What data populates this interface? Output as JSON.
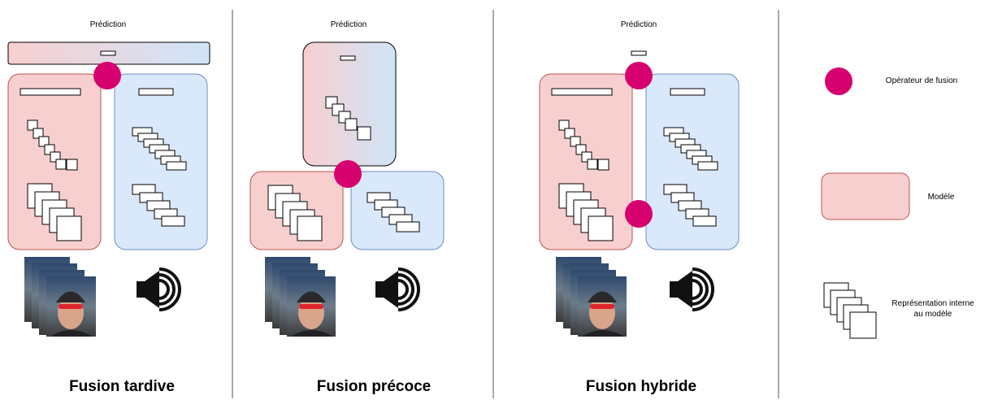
{
  "panels": [
    {
      "id": "late",
      "prediction_label": "Prédiction",
      "title": "Fusion tardive"
    },
    {
      "id": "early",
      "prediction_label": "Prédiction",
      "title": "Fusion précoce"
    },
    {
      "id": "hybrid",
      "prediction_label": "Prédiction",
      "title": "Fusion hybride"
    }
  ],
  "legend": {
    "fusion_operator": "Opérateur de fusion",
    "model": "Modèle",
    "internal_representation_line1": "Représentation interne",
    "internal_representation_line2": "au modèle"
  },
  "colors": {
    "fusion_operator": "#d6006f",
    "video_model_fill": "#f8cfcf",
    "video_model_stroke": "#b85450",
    "audio_model_fill": "#dae8fc",
    "audio_model_stroke": "#6c8ebf",
    "divider": "#555555"
  },
  "icons": [
    "video-frames-icon",
    "speaker-icon"
  ]
}
